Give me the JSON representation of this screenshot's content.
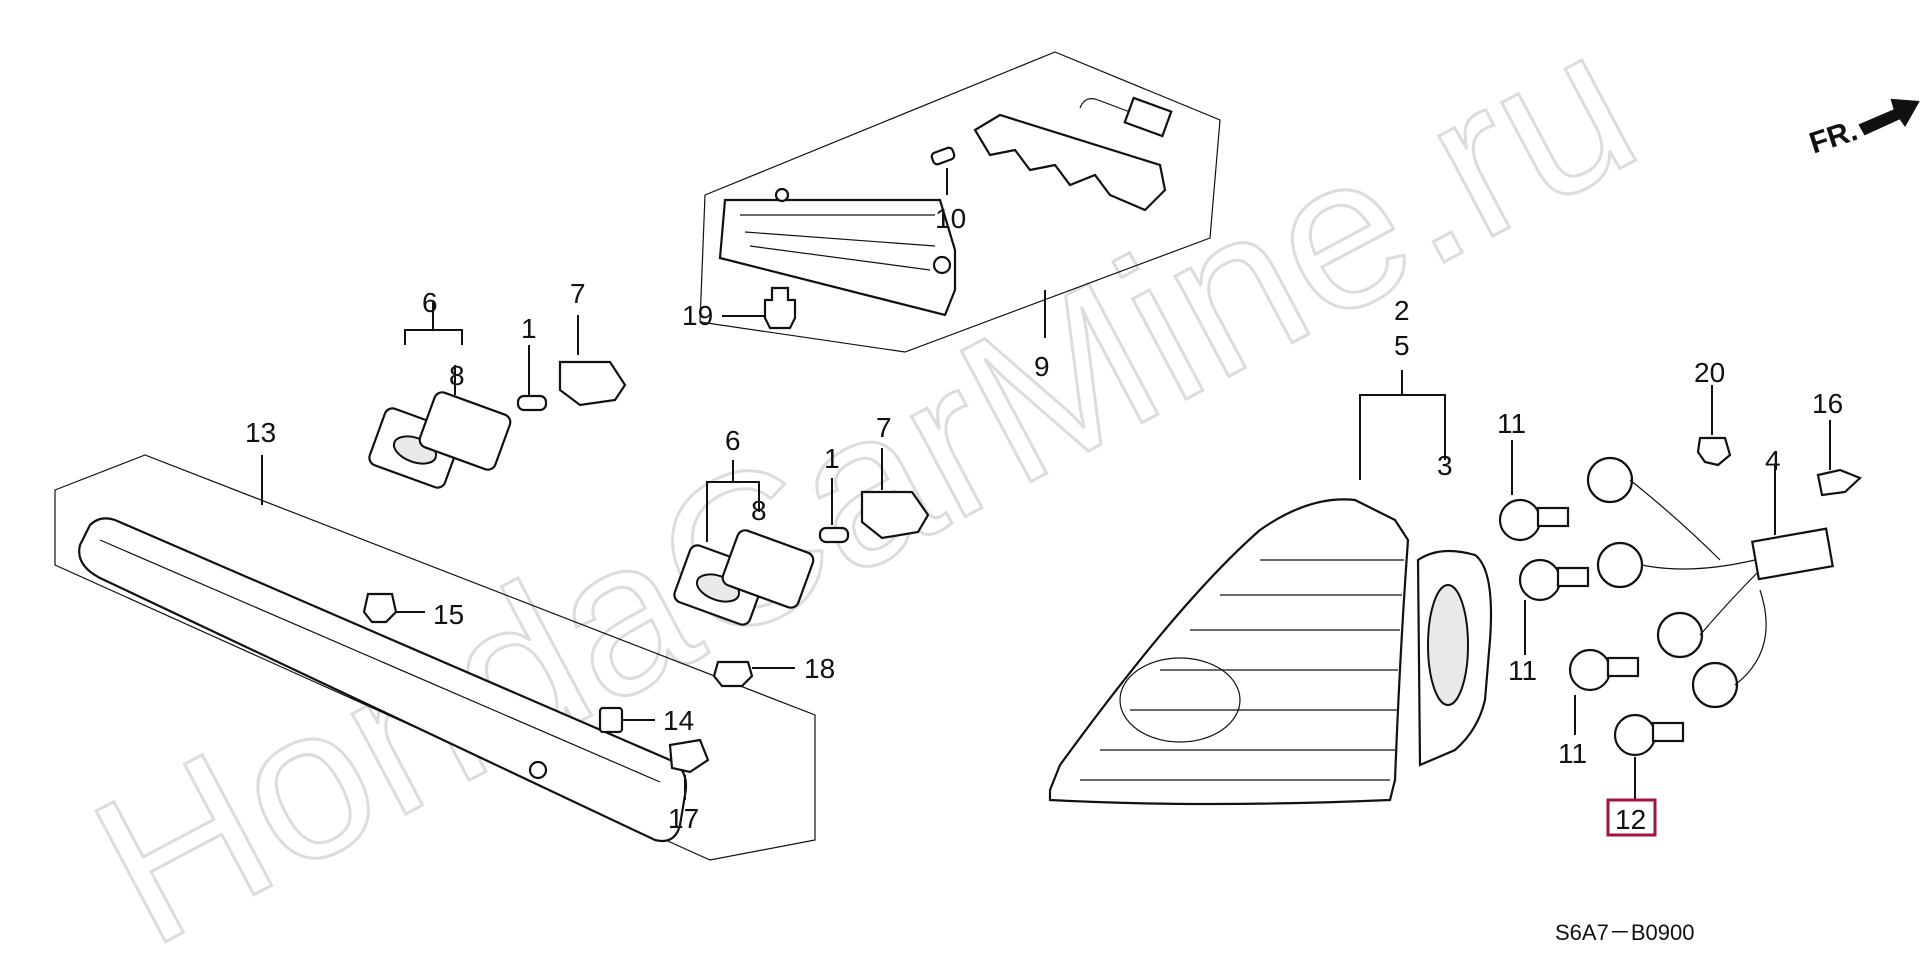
{
  "watermark": "HondaCarMine.ru",
  "direction_label": "FR.",
  "diagram_code": "S6A7－B0900",
  "highlighted_part": "12",
  "colors": {
    "highlight": "#a0153e",
    "line": "#111111",
    "watermark": "#dcdcdc"
  },
  "callouts": {
    "c1a": "1",
    "c1b": "1",
    "c2": "2",
    "c3": "3",
    "c4": "4",
    "c5": "5",
    "c6a": "6",
    "c6b": "6",
    "c7a": "7",
    "c7b": "7",
    "c8a": "8",
    "c8b": "8",
    "c9": "9",
    "c10": "10",
    "c11a": "11",
    "c11b": "11",
    "c11c": "11",
    "c12": "12",
    "c13": "13",
    "c14": "14",
    "c15": "15",
    "c16": "16",
    "c17": "17",
    "c18": "18",
    "c19": "19",
    "c20": "20"
  }
}
